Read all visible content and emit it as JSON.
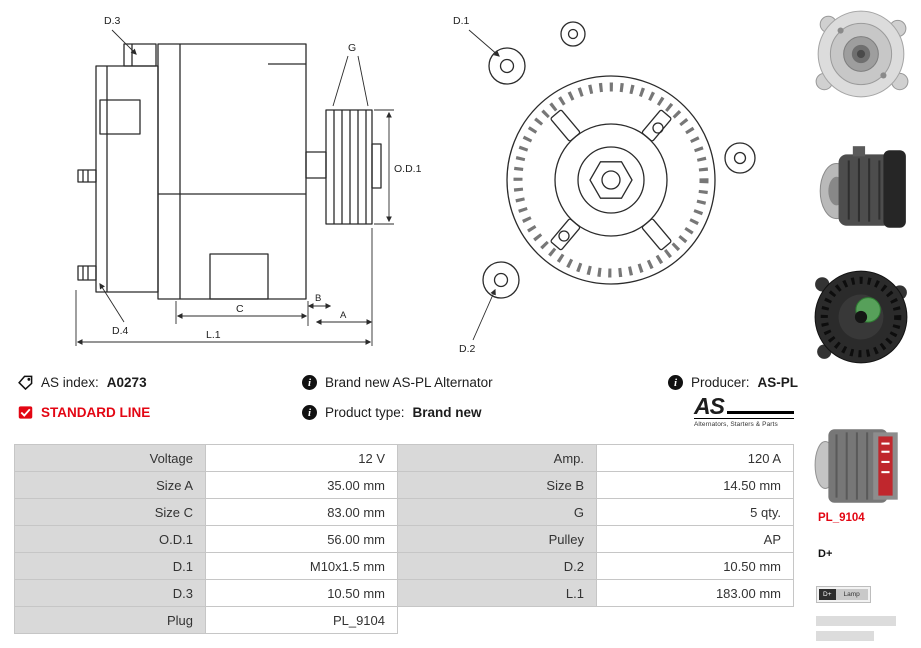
{
  "diagram": {
    "side_labels": {
      "d3": "D.3",
      "g": "G",
      "od1": "O.D.1",
      "d4": "D.4",
      "c": "C",
      "b": "B",
      "a": "A",
      "l1": "L.1"
    },
    "front_labels": {
      "d1": "D.1",
      "d2": "D.2"
    }
  },
  "info": {
    "as_index_label": "AS index:",
    "as_index_value": "A0273",
    "brand_new_text": "Brand new AS-PL Alternator",
    "producer_label": "Producer:",
    "producer_value": "AS-PL",
    "standard_line": "STANDARD LINE",
    "product_type_label": "Product type:",
    "product_type_value": "Brand new",
    "logo_text": "AS",
    "logo_subtext": "Alternators, Starters & Parts",
    "icons": {
      "as_index": "tag-icon",
      "detail": "info-icon",
      "standard_line": "check-icon"
    }
  },
  "specs": {
    "rows": [
      {
        "label1": "Voltage",
        "value1": "12 V",
        "label2": "Amp.",
        "value2": "120 A"
      },
      {
        "label1": "Size A",
        "value1": "35.00 mm",
        "label2": "Size B",
        "value2": "14.50 mm"
      },
      {
        "label1": "Size C",
        "value1": "83.00 mm",
        "label2": "G",
        "value2": "5 qty."
      },
      {
        "label1": "O.D.1",
        "value1": "56.00 mm",
        "label2": "Pulley",
        "value2": "AP"
      },
      {
        "label1": "D.1",
        "value1": "M10x1.5 mm",
        "label2": "D.2",
        "value2": "10.50 mm"
      },
      {
        "label1": "D.3",
        "value1": "10.50 mm",
        "label2": "L.1",
        "value2": "183.00 mm"
      },
      {
        "label1": "Plug",
        "value1": "PL_9104",
        "label2": "",
        "value2": ""
      }
    ]
  },
  "sidebar": {
    "plug_code": "PL_9104",
    "terminal": "D+",
    "legend": {
      "dplus": "D+",
      "lamp": "Lamp"
    },
    "photos": [
      "alternator-front-photo",
      "alternator-side-photo",
      "alternator-rear-photo",
      "alternator-labeled-photo"
    ]
  },
  "colors": {
    "accent_red": "#e30613",
    "table_label_bg": "#d9d9d9",
    "table_border": "#c6c6c6",
    "drawing_stroke": "#2b2b2b"
  }
}
